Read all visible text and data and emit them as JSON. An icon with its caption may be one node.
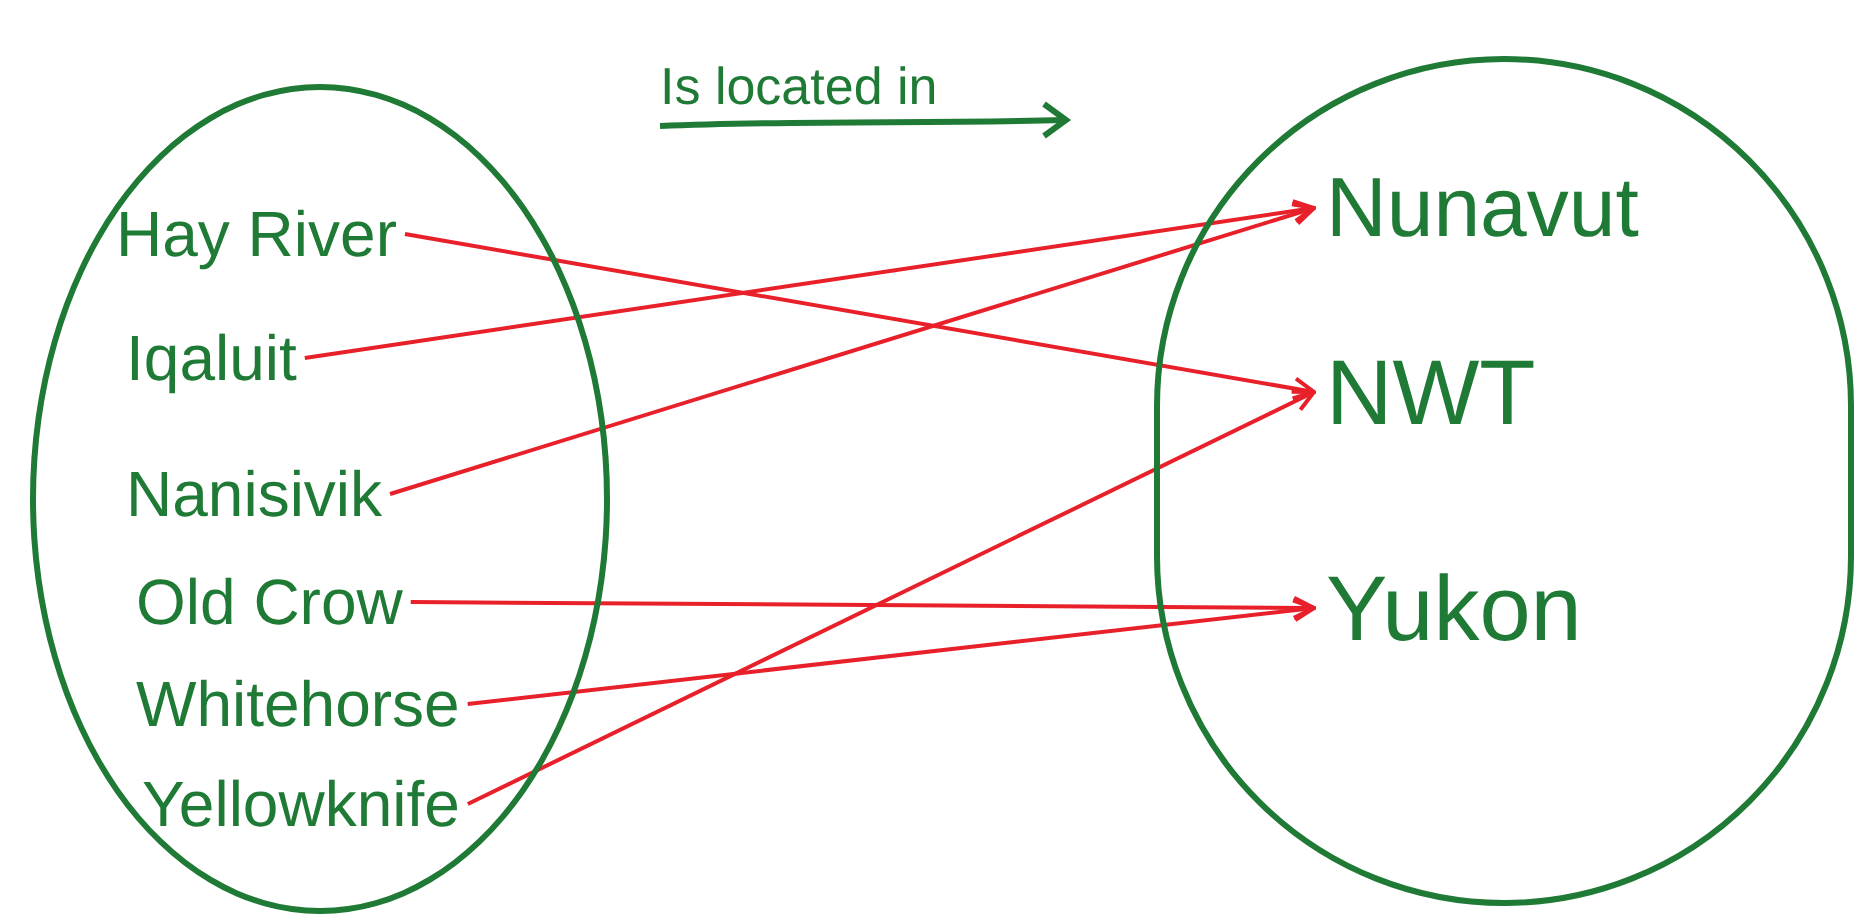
{
  "diagram": {
    "nodes": [
      {
        "text": [],
        "shape": "ellipse"
      },
      {
        "text": [],
        "shape": "circle"
      },
      {
        "text": [
          "Hay River"
        ],
        "in": 0
      },
      {
        "text": [
          "Iqaluit"
        ],
        "in": 0
      },
      {
        "text": [
          "Nanisivik"
        ],
        "in": 0
      },
      {
        "text": [
          "Old Crow"
        ],
        "in": 0
      },
      {
        "text": [
          "Whitehorse"
        ],
        "in": 0
      },
      {
        "text": [
          "Yellowknife"
        ],
        "in": 0
      },
      {
        "text": [
          "Nunavut"
        ],
        "in": 1
      },
      {
        "text": [
          "NWT"
        ],
        "in": 1
      },
      {
        "text": [
          "Yukon"
        ],
        "in": 1
      }
    ],
    "edges": [
      {
        "from": 2,
        "to": 9,
        "arrow": "to"
      },
      {
        "from": 3,
        "to": 8,
        "arrow": "to"
      },
      {
        "from": 4,
        "to": 8,
        "arrow": "to"
      },
      {
        "from": 5,
        "to": 10,
        "arrow": "to"
      },
      {
        "from": 6,
        "to": 10,
        "arrow": "to"
      },
      {
        "from": 7,
        "to": 9,
        "arrow": "to"
      }
    ],
    "labels": [
      "Is located in"
    ]
  }
}
